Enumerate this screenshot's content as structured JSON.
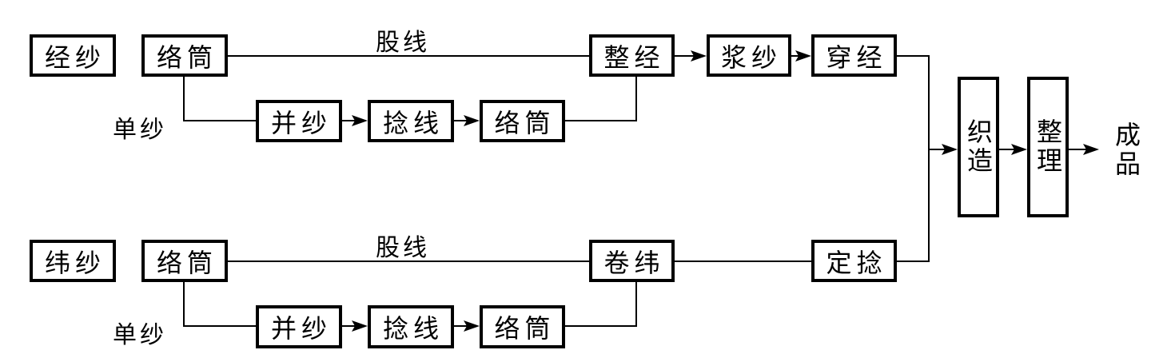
{
  "colors": {
    "ink": "#000000",
    "background": "#ffffff"
  },
  "warp_section": {
    "source_box": "经纱",
    "winding_box": "络筒",
    "ply_line_label": "股线",
    "single_yarn_label": "单纱",
    "doubling_box": "并纱",
    "twisting_box": "捻线",
    "rewinding_box": "络筒",
    "warping_box": "整经",
    "sizing_box": "浆纱",
    "drawing_in_box": "穿经"
  },
  "weft_section": {
    "source_box": "纬纱",
    "winding_box": "络筒",
    "ply_line_label": "股线",
    "single_yarn_label": "单纱",
    "doubling_box": "并纱",
    "twisting_box": "捻线",
    "rewinding_box": "络筒",
    "pirn_winding_box": "卷纬",
    "twist_setting_box": "定捻"
  },
  "final_section": {
    "weaving_box": "织造",
    "finishing_box": "整理",
    "product_label": "成品"
  }
}
